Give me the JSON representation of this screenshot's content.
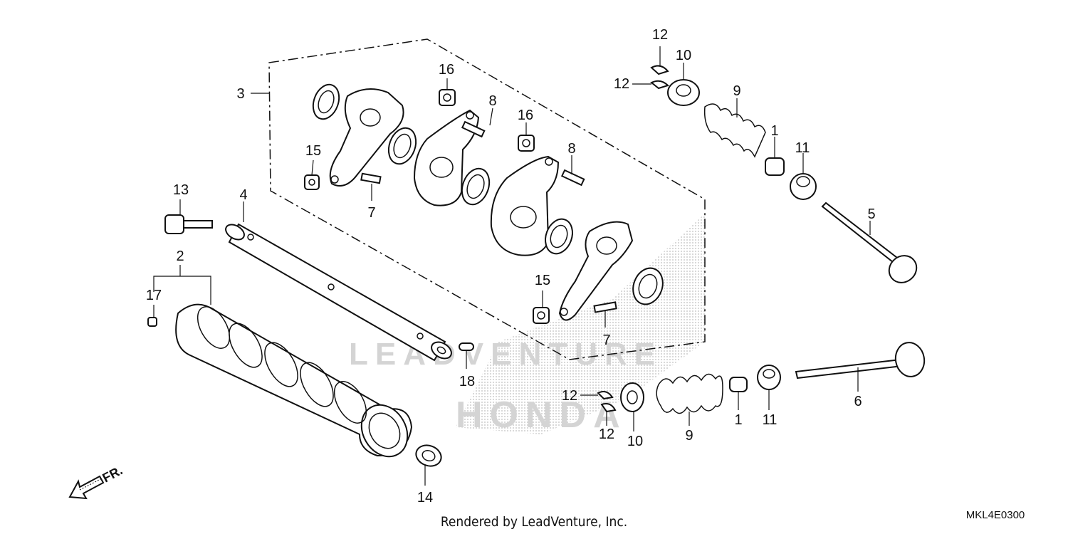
{
  "diagram": {
    "callouts": [
      "1",
      "1",
      "2",
      "3",
      "4",
      "5",
      "6",
      "7",
      "7",
      "8",
      "8",
      "9",
      "9",
      "10",
      "10",
      "11",
      "11",
      "12",
      "12",
      "12",
      "12",
      "13",
      "14",
      "15",
      "15",
      "16",
      "16",
      "17",
      "18"
    ],
    "footer": "Rendered by LeadVenture, Inc.",
    "diagram_code": "MKL4E0300",
    "direction_label": "FR.",
    "watermark_brand": "HONDA",
    "watermark_dealer": "LEADVENTURE"
  }
}
